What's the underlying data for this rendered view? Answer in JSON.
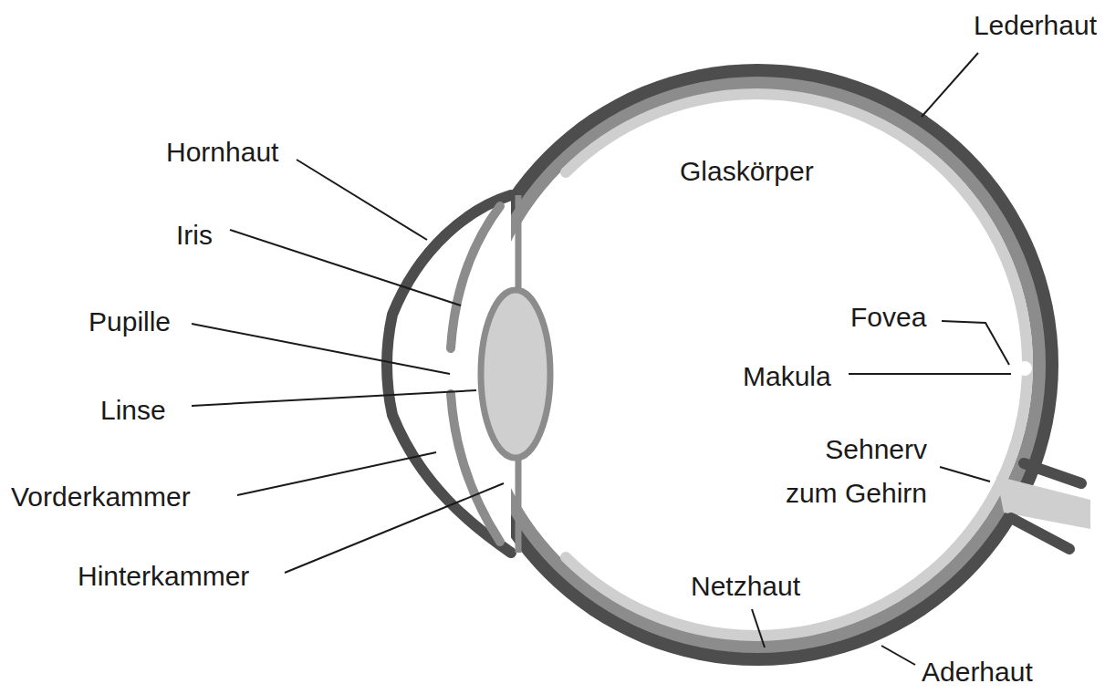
{
  "diagram": {
    "labels": [
      "Lederhaut",
      "Hornhaut",
      "Glaskörper",
      "Iris",
      "Pupille",
      "Fovea",
      "Makula",
      "Linse",
      "Sehnerv zum Gehirn",
      "Vorderkammer",
      "Hinterkammer",
      "Netzhaut",
      "Aderhaut"
    ]
  }
}
